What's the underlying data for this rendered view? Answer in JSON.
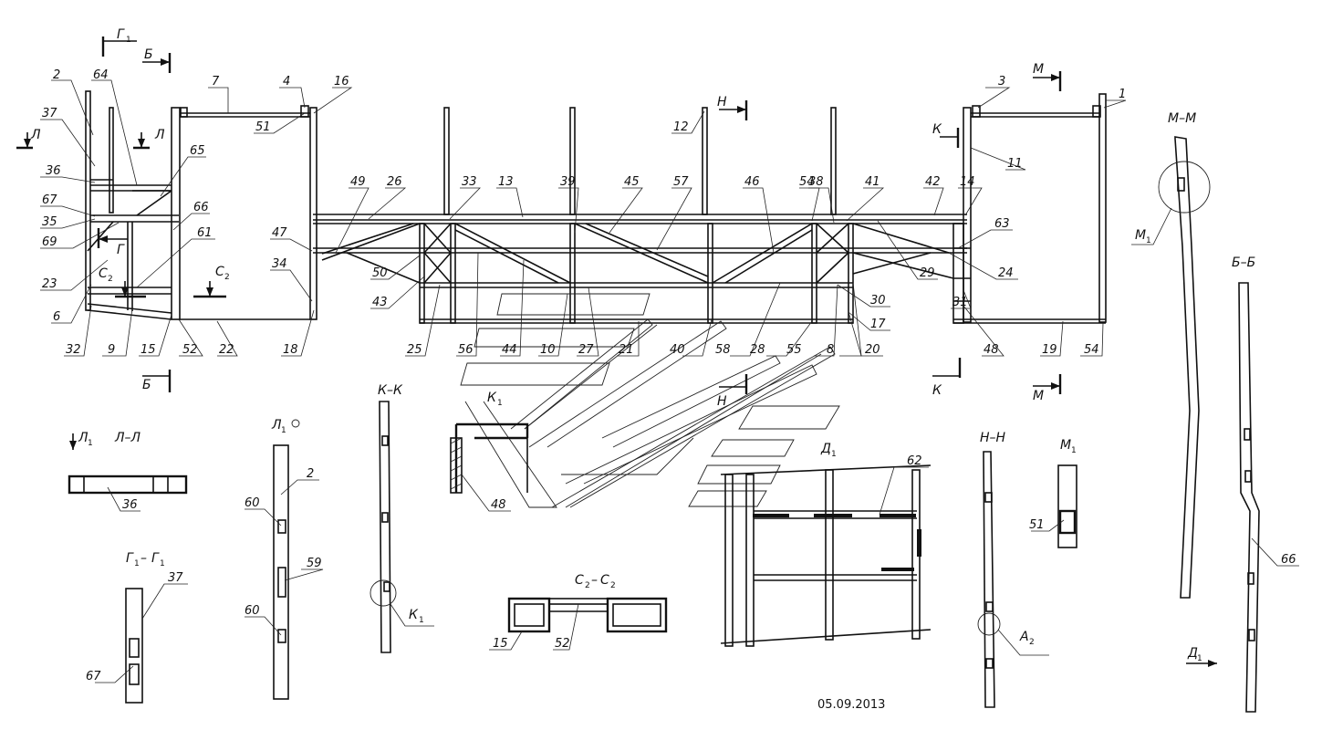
{
  "drawing": {
    "date": "05.09.2013",
    "callouts": [
      {
        "id": "c2",
        "text": "2"
      },
      {
        "id": "c37",
        "text": "37"
      },
      {
        "id": "c36",
        "text": "36"
      },
      {
        "id": "c67",
        "text": "67"
      },
      {
        "id": "c35",
        "text": "35"
      },
      {
        "id": "c69",
        "text": "69"
      },
      {
        "id": "c23",
        "text": "23"
      },
      {
        "id": "c6",
        "text": "6"
      },
      {
        "id": "c32",
        "text": "32"
      },
      {
        "id": "c9",
        "text": "9"
      },
      {
        "id": "c15",
        "text": "15"
      },
      {
        "id": "c52",
        "text": "52"
      },
      {
        "id": "c22",
        "text": "22"
      },
      {
        "id": "c18",
        "text": "18"
      },
      {
        "id": "c64",
        "text": "64"
      },
      {
        "id": "c65",
        "text": "65"
      },
      {
        "id": "c66",
        "text": "66"
      },
      {
        "id": "c61",
        "text": "61"
      },
      {
        "id": "c7",
        "text": "7"
      },
      {
        "id": "c4",
        "text": "4"
      },
      {
        "id": "c16",
        "text": "16"
      },
      {
        "id": "c51",
        "text": "51"
      },
      {
        "id": "c47",
        "text": "47"
      },
      {
        "id": "c34",
        "text": "34"
      },
      {
        "id": "c49",
        "text": "49"
      },
      {
        "id": "c26",
        "text": "26"
      },
      {
        "id": "c33",
        "text": "33"
      },
      {
        "id": "c13",
        "text": "13"
      },
      {
        "id": "c39",
        "text": "39"
      },
      {
        "id": "c45",
        "text": "45"
      },
      {
        "id": "c57",
        "text": "57"
      },
      {
        "id": "c46",
        "text": "46"
      },
      {
        "id": "c54a",
        "text": "54"
      },
      {
        "id": "c38",
        "text": "38"
      },
      {
        "id": "c41",
        "text": "41"
      },
      {
        "id": "c42",
        "text": "42"
      },
      {
        "id": "c14",
        "text": "14"
      },
      {
        "id": "c12",
        "text": "12"
      },
      {
        "id": "c50",
        "text": "50"
      },
      {
        "id": "c43",
        "text": "43"
      },
      {
        "id": "c25",
        "text": "25"
      },
      {
        "id": "c56",
        "text": "56"
      },
      {
        "id": "c44",
        "text": "44"
      },
      {
        "id": "c10",
        "text": "10"
      },
      {
        "id": "c27",
        "text": "27"
      },
      {
        "id": "c21",
        "text": "21"
      },
      {
        "id": "c40",
        "text": "40"
      },
      {
        "id": "c58",
        "text": "58"
      },
      {
        "id": "c28",
        "text": "28"
      },
      {
        "id": "c55",
        "text": "55"
      },
      {
        "id": "c8",
        "text": "8"
      },
      {
        "id": "c20",
        "text": "20"
      },
      {
        "id": "c17",
        "text": "17"
      },
      {
        "id": "c30",
        "text": "30"
      },
      {
        "id": "c29",
        "text": "29"
      },
      {
        "id": "c24",
        "text": "24"
      },
      {
        "id": "c63",
        "text": "63"
      },
      {
        "id": "c31",
        "text": "31"
      },
      {
        "id": "c48",
        "text": "48"
      },
      {
        "id": "c19",
        "text": "19"
      },
      {
        "id": "c54b",
        "text": "54"
      },
      {
        "id": "c3",
        "text": "3"
      },
      {
        "id": "c1",
        "text": "1"
      },
      {
        "id": "c11",
        "text": "11"
      },
      {
        "id": "c36b",
        "text": "36"
      },
      {
        "id": "c37b",
        "text": "37"
      },
      {
        "id": "c67b",
        "text": "67"
      },
      {
        "id": "c2b",
        "text": "2"
      },
      {
        "id": "c60a",
        "text": "60"
      },
      {
        "id": "c59",
        "text": "59"
      },
      {
        "id": "c60b",
        "text": "60"
      },
      {
        "id": "c48b",
        "text": "48"
      },
      {
        "id": "c15b",
        "text": "15"
      },
      {
        "id": "c52b",
        "text": "52"
      },
      {
        "id": "c62",
        "text": "62"
      },
      {
        "id": "c51b",
        "text": "51"
      },
      {
        "id": "c66b",
        "text": "66"
      }
    ],
    "section_marks": {
      "g1_top": "Г",
      "g1_sub": "1",
      "b_top": "Б",
      "l_left": "Л",
      "l_right": "Л",
      "g_mid": "Г",
      "c2_left": "С",
      "c2_left_sub": "2",
      "c2_mid": "С",
      "c2_mid_sub": "2",
      "b_bottom": "Б",
      "n_top": "Н",
      "n_bottom": "Н",
      "k_top": "К",
      "k_bottom": "К",
      "m_top": "М",
      "m_bottom": "М",
      "m1_circle": "М",
      "m1_sub": "1",
      "k1_circle": "К",
      "k1_sub": "1",
      "a2_circle": "А",
      "a2_sub": "2",
      "l1_view": "Л",
      "l1_view_sub": "1",
      "d1_arrow": "Д",
      "d1_arrow_sub": "1"
    },
    "views": {
      "mm": "М–М",
      "bb": "Б–Б",
      "kk": "К–К",
      "ll": "Л–Л",
      "hh": "Н–Н",
      "k1": "К",
      "k1_sub": "1",
      "d1": "Д",
      "d1_sub": "1",
      "m1": "М",
      "m1_sub": "1",
      "l1": "Л",
      "l1_sub": "1",
      "g1g1": "Г",
      "g1g1_sub": "1",
      "g1g1_dash": "–",
      "g1g1b": "Г",
      "g1g1b_sub": "1",
      "c2c2": "С",
      "c2c2_sub": "2",
      "c2c2_dash": "–",
      "c2c2b": "С",
      "c2c2b_sub": "2"
    }
  }
}
